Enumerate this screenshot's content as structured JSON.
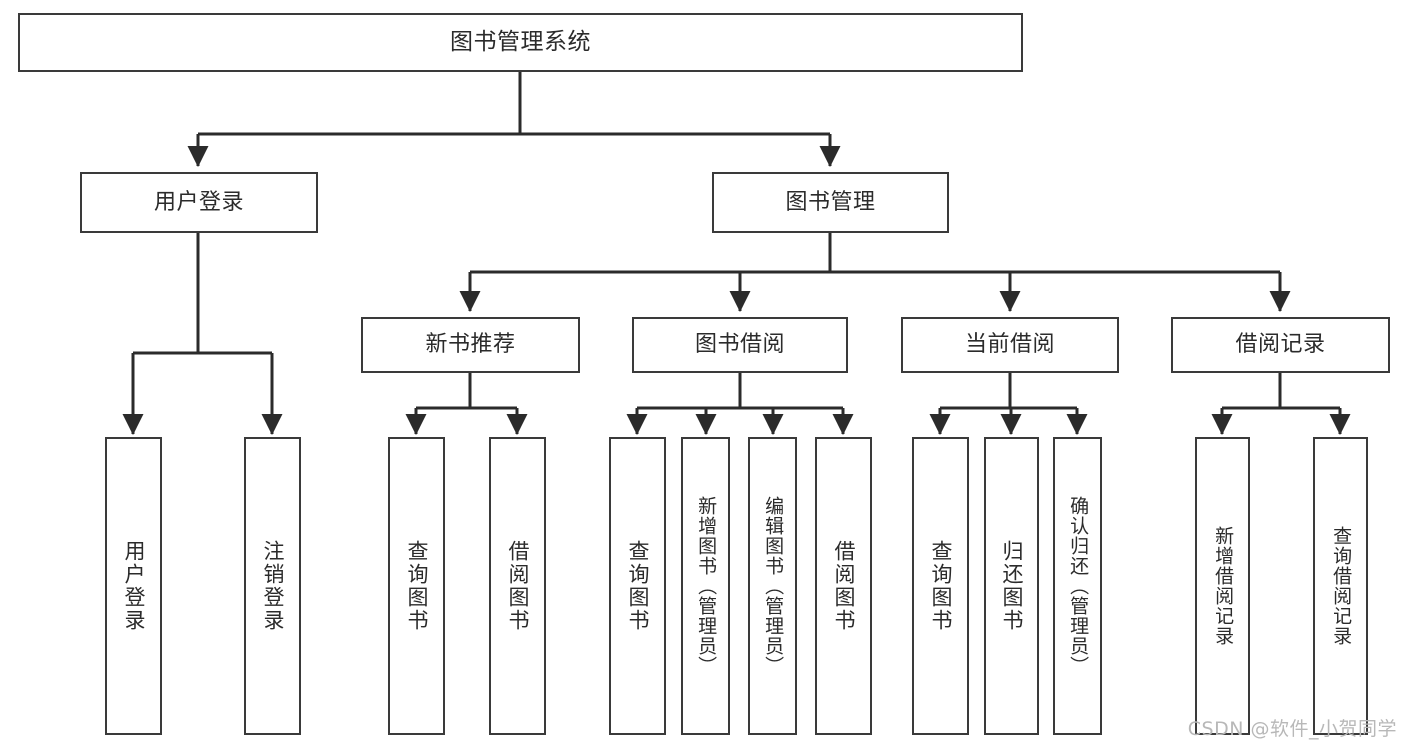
{
  "diagram": {
    "title": "图书管理系统",
    "type": "tree-hierarchy",
    "watermark": "CSDN @软件_小贺同学",
    "colors": {
      "box_border": "#3a3a3a",
      "box_fill": "#ffffff",
      "edge": "#2b2b2b",
      "text": "#2b2b2b",
      "watermark": "#b8b8b8",
      "background": "#ffffff"
    },
    "root": {
      "id": "root",
      "label": "图书管理系统"
    },
    "level2": [
      {
        "id": "login",
        "label": "用户登录"
      },
      {
        "id": "bookmgmt",
        "label": "图书管理"
      }
    ],
    "level3": [
      {
        "id": "newbook",
        "label": "新书推荐",
        "parent": "bookmgmt"
      },
      {
        "id": "borrow",
        "label": "图书借阅",
        "parent": "bookmgmt"
      },
      {
        "id": "current",
        "label": "当前借阅",
        "parent": "bookmgmt"
      },
      {
        "id": "record",
        "label": "借阅记录",
        "parent": "bookmgmt"
      }
    ],
    "leaves": [
      {
        "id": "leaf-user-login",
        "label": "用户登录",
        "parent": "login"
      },
      {
        "id": "leaf-user-logout",
        "label": "注销登录",
        "parent": "login"
      },
      {
        "id": "leaf-nb-query",
        "label": "查询图书",
        "parent": "newbook"
      },
      {
        "id": "leaf-nb-borrow",
        "label": "借阅图书",
        "parent": "newbook"
      },
      {
        "id": "leaf-bk-query",
        "label": "查询图书",
        "parent": "borrow"
      },
      {
        "id": "leaf-bk-add",
        "label": "新增图书（管理员）",
        "parent": "borrow"
      },
      {
        "id": "leaf-bk-edit",
        "label": "编辑图书（管理员）",
        "parent": "borrow"
      },
      {
        "id": "leaf-bk-borrow",
        "label": "借阅图书",
        "parent": "borrow"
      },
      {
        "id": "leaf-cur-query",
        "label": "查询图书",
        "parent": "current"
      },
      {
        "id": "leaf-cur-return",
        "label": "归还图书",
        "parent": "current"
      },
      {
        "id": "leaf-cur-confirm",
        "label": "确认归还（管理员）",
        "parent": "current"
      },
      {
        "id": "leaf-rec-add",
        "label": "新增借阅记录",
        "parent": "record"
      },
      {
        "id": "leaf-rec-query",
        "label": "查询借阅记录",
        "parent": "record"
      }
    ]
  }
}
